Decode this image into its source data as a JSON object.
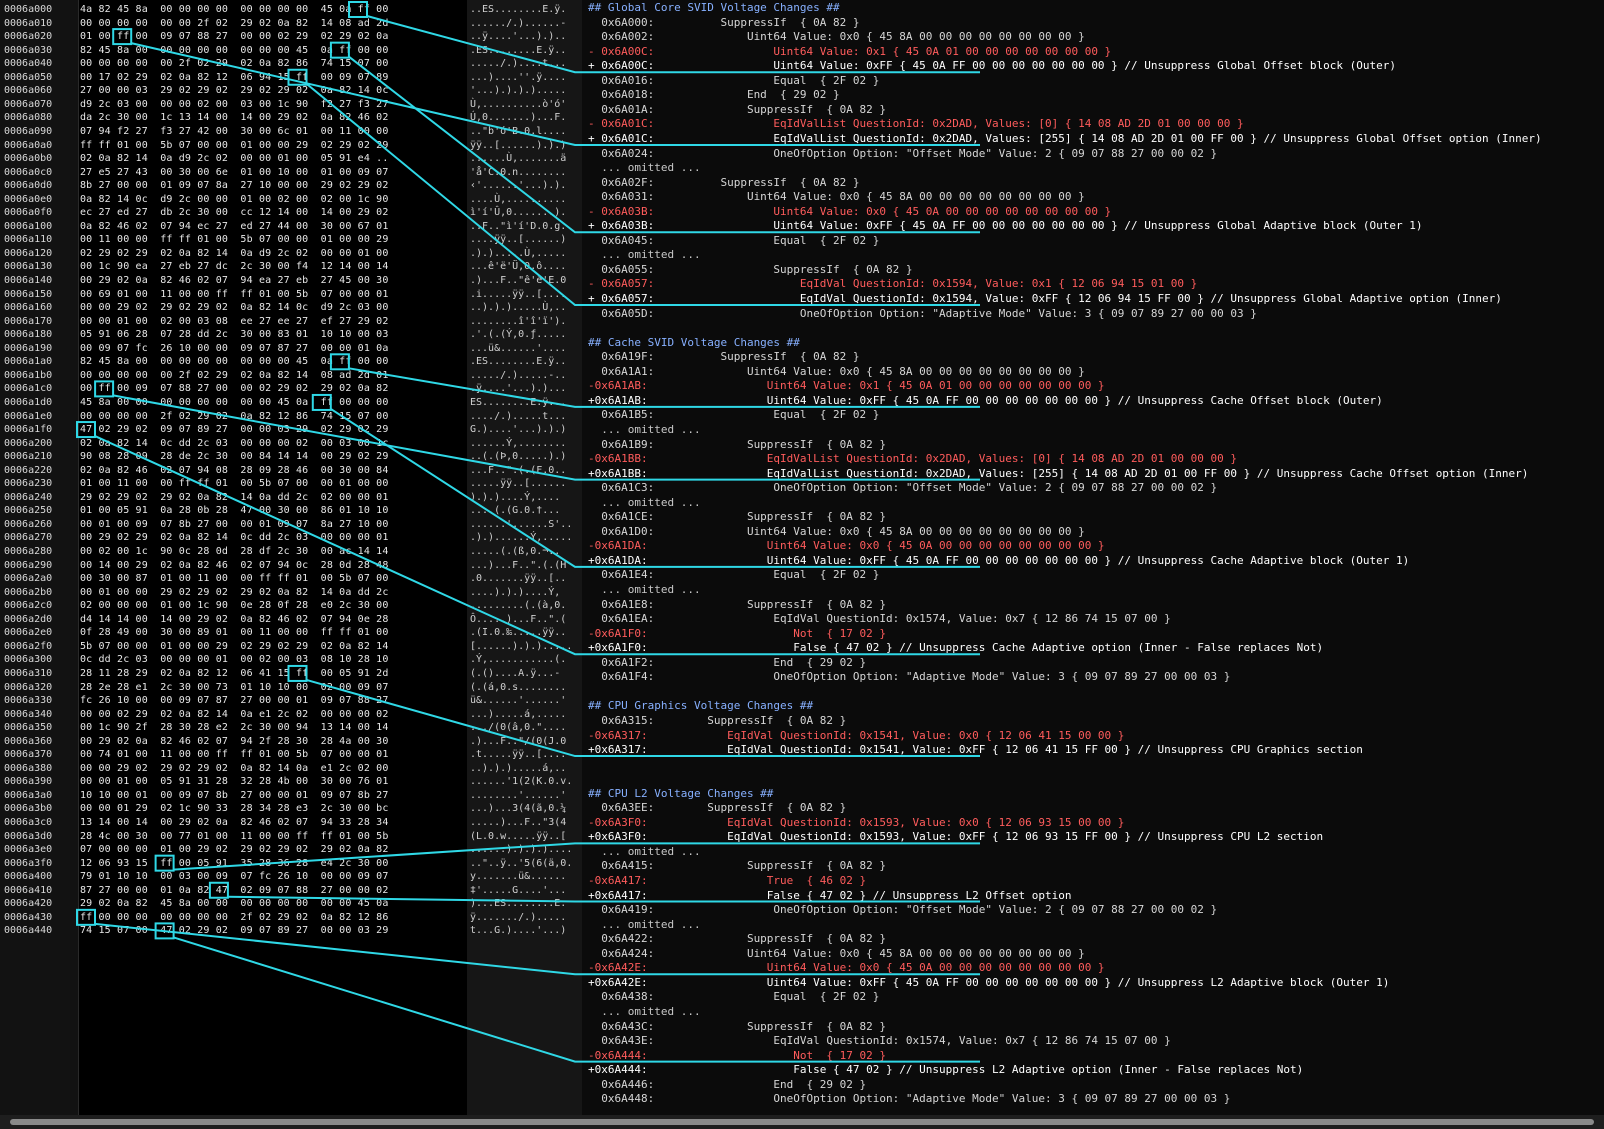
{
  "hex_rows": [
    {
      "addr": "0006a000",
      "bytes": "4a 82 45 8a  00 00 00 00  00 00 00 00  45 0a ff 00",
      "ascii": "..ES........E.ÿ."
    },
    {
      "addr": "0006a010",
      "bytes": "00 00 00 00  00 00 2f 02  29 02 0a 82  14 08 ad 2d",
      "ascii": "....../.)......-"
    },
    {
      "addr": "0006a020",
      "bytes": "01 00 ff 00  09 07 88 27  00 00 02 29  02 29 02 0a",
      "ascii": "..ÿ....'...).).."
    },
    {
      "addr": "0006a030",
      "bytes": "82 45 8a 00  00 00 00 00  00 00 00 45  0a ff 00 00",
      "ascii": ".ES........E.ÿ.."
    },
    {
      "addr": "0006a040",
      "bytes": "00 00 00 00  00 2f 02 29  02 0a 82 86  74 15 07 00",
      "ascii": "...../.)....t..."
    },
    {
      "addr": "0006a050",
      "bytes": "00 17 02 29  02 0a 82 12  06 94 15 ff  00 09 07 89",
      "ascii": "...)....''.ÿ...."
    },
    {
      "addr": "0006a060",
      "bytes": "27 00 00 03  29 02 29 02  29 02 29 02  0a 82 14 0c",
      "ascii": "'...).).).)....."
    },
    {
      "addr": "0006a070",
      "bytes": "d9 2c 03 00  00 00 02 00  03 00 1c 90  f2 27 f3 27",
      "ascii": "Ù,..........ò'ó'"
    },
    {
      "addr": "0006a080",
      "bytes": "da 2c 30 00  1c 13 14 00  14 00 29 02  0a 82 46 02",
      "ascii": "Ú,0.......)...F."
    },
    {
      "addr": "0006a090",
      "bytes": "07 94 f2 27  f3 27 42 00  30 00 6c 01  00 11 00 00",
      "ascii": "..\"b'ó'B.0.l...."
    },
    {
      "addr": "0006a0a0",
      "bytes": "ff ff 01 00  5b 07 00 00  01 00 00 29  02 29 02 29",
      "ascii": "ÿÿ..[......).).)"
    },
    {
      "addr": "0006a0b0",
      "bytes": "02 0a 82 14  0a d9 2c 02  00 00 01 00  05 91 e4 ..",
      "ascii": "......Ù,.......ä"
    },
    {
      "addr": "0006a0c0",
      "bytes": "27 e5 27 43  00 30 00 6e  01 00 10 00  01 00 09 07",
      "ascii": "'å'C.0.n........"
    },
    {
      "addr": "0006a0d0",
      "bytes": "8b 27 00 00  01 09 07 8a  27 10 00 00  29 02 29 02",
      "ascii": "‹'......'...).)."
    },
    {
      "addr": "0006a0e0",
      "bytes": "0a 82 14 0c  d9 2c 00 00  01 00 02 00  02 00 1c 90",
      "ascii": "....Ù,.........."
    },
    {
      "addr": "0006a0f0",
      "bytes": "ec 27 ed 27  db 2c 30 00  cc 12 14 00  14 00 29 02",
      "ascii": "ì'í'Û,0.......)."
    },
    {
      "addr": "0006a100",
      "bytes": "0a 82 46 02  07 94 ec 27  ed 27 44 00  30 00 67 01",
      "ascii": "..F..\"ì'í'D.0.g."
    },
    {
      "addr": "0006a110",
      "bytes": "00 11 00 00  ff ff 01 00  5b 07 00 00  01 00 00 29",
      "ascii": "....ÿÿ..[......)"
    },
    {
      "addr": "0006a120",
      "bytes": "02 29 02 29  02 0a 82 14  0a d9 2c 02  00 00 01 00",
      "ascii": ".).).....Ù,....."
    },
    {
      "addr": "0006a130",
      "bytes": "00 1c 90 ea  27 eb 27 dc  2c 30 00 f4  12 14 00 14",
      "ascii": "...ê'ë'Ü,0.ô...."
    },
    {
      "addr": "0006a140",
      "bytes": "00 29 02 0a  82 46 02 07  94 ea 27 eb  27 45 00 30",
      "ascii": ".)...F..\"ê'ë'E.0"
    },
    {
      "addr": "0006a150",
      "bytes": "00 69 01 00  11 00 00 ff  ff 01 00 5b  07 00 00 01",
      "ascii": ".i.....ÿÿ..[...."
    },
    {
      "addr": "0006a160",
      "bytes": "00 00 29 02  29 02 29 02  0a 82 14 0c  d9 2c 03 00",
      "ascii": "..).).).....Ù,.."
    },
    {
      "addr": "0006a170",
      "bytes": "00 00 01 00  02 00 03 08  ee 27 ee 27  ef 27 29 02",
      "ascii": "........î'î'ï')."
    },
    {
      "addr": "0006a180",
      "bytes": "05 91 06 28  07 28 dd 2c  30 00 83 01  10 10 00 03",
      "ascii": ".'.(.(Ý,0.ƒ....."
    },
    {
      "addr": "0006a190",
      "bytes": "00 09 07 fc  26 10 00 00  09 07 87 27  00 00 01 0a",
      "ascii": "...ü&......'...."
    },
    {
      "addr": "0006a1a0",
      "bytes": "82 45 8a 00  00 00 00 00  00 00 00 45  0a ff 00 00",
      "ascii": ".ES........E.ÿ.."
    },
    {
      "addr": "0006a1b0",
      "bytes": "00 00 00 00  00 2f 02 29  02 0a 82 14  08 ad 2d 01",
      "ascii": "...../.).....-.."
    },
    {
      "addr": "0006a1c0",
      "bytes": "00 ff 00 09  07 88 27 00  00 02 29 02  29 02 0a 82",
      "ascii": ".ÿ....'...).)..."
    },
    {
      "addr": "0006a1d0",
      "bytes": "45 8a 00 00  00 00 00 00  00 00 45 0a  ff 00 00 00",
      "ascii": "ES........E.ÿ..."
    },
    {
      "addr": "0006a1e0",
      "bytes": "00 00 00 00  2f 02 29 02  0a 82 12 86  74 15 07 00",
      "ascii": "..../.).....t..."
    },
    {
      "addr": "0006a1f0",
      "bytes": "47 02 29 02  09 07 89 27  00 00 03 29  02 29 02 29",
      "ascii": "G.)....'...).).)"
    },
    {
      "addr": "0006a200",
      "bytes": "02 0a 82 14  0c dd 2c 03  00 00 00 02  00 03 00 1c",
      "ascii": "......Ý,........"
    },
    {
      "addr": "0006a210",
      "bytes": "90 08 28 09  28 de 2c 30  00 84 14 14  00 29 02 29",
      "ascii": "..(.(Þ,0.....).)"
    },
    {
      "addr": "0006a220",
      "bytes": "02 0a 82 46  02 07 94 08  28 09 28 46  00 30 00 84",
      "ascii": "...F..\".(.(F.0.."
    },
    {
      "addr": "0006a230",
      "bytes": "01 00 11 00  00 ff ff 01  00 5b 07 00  00 01 00 00",
      "ascii": ".....ÿÿ..[......"
    },
    {
      "addr": "0006a240",
      "bytes": "29 02 29 02  29 02 0a 82  14 0a dd 2c  02 00 00 01",
      "ascii": ").).)....Ý,...."
    },
    {
      "addr": "0006a250",
      "bytes": "01 00 05 91  0a 28 0b 28  47 00 30 00  86 01 10 10",
      "ascii": "....(.(G.0.†..."
    },
    {
      "addr": "0006a260",
      "bytes": "00 01 00 09  07 8b 27 00  00 01 09 07  8a 27 10 00",
      "ascii": "......'......S'.."
    },
    {
      "addr": "0006a270",
      "bytes": "00 29 02 29  02 0a 82 14  0c dd 2c 03  00 00 00 01",
      "ascii": ".).)......Ý,....."
    },
    {
      "addr": "0006a280",
      "bytes": "00 02 00 1c  90 0c 28 0d  28 df 2c 30  00 ac 14 14",
      "ascii": ".....(.(ß,0.¬.."
    },
    {
      "addr": "0006a290",
      "bytes": "00 14 00 29  02 0a 82 46  02 07 94 0c  28 0d 28 48",
      "ascii": "...)...F..\".(.(H"
    },
    {
      "addr": "0006a2a0",
      "bytes": "00 30 00 87  01 00 11 00  00 ff ff 01  00 5b 07 00",
      "ascii": ".0.......ÿÿ..[.."
    },
    {
      "addr": "0006a2b0",
      "bytes": "00 01 00 00  29 02 29 02  29 02 0a 82  14 0a dd 2c",
      "ascii": "....).).)....Ý,"
    },
    {
      "addr": "0006a2c0",
      "bytes": "02 00 00 00  01 00 1c 90  0e 28 0f 28  e0 2c 30 00",
      "ascii": ".........(.(à,0."
    },
    {
      "addr": "0006a2d0",
      "bytes": "d4 14 14 00  14 00 29 02  0a 82 46 02  07 94 0e 28",
      "ascii": "Ô.....)...F..\".("
    },
    {
      "addr": "0006a2e0",
      "bytes": "0f 28 49 00  30 00 89 01  00 11 00 00  ff ff 01 00",
      "ascii": ".(I.0.‰.....ÿÿ.."
    },
    {
      "addr": "0006a2f0",
      "bytes": "5b 07 00 00  01 00 00 29  02 29 02 29  02 0a 82 14",
      "ascii": "[......).).)....."
    },
    {
      "addr": "0006a300",
      "bytes": "0c dd 2c 03  00 00 00 01  00 02 00 03  08 10 28 10",
      "ascii": ".Ý,...........(."
    },
    {
      "addr": "0006a310",
      "bytes": "28 11 28 29  02 0a 82 12  06 41 15 ff  00 05 91 2d",
      "ascii": "(.()....A.ÿ...-"
    },
    {
      "addr": "0006a320",
      "bytes": "28 2e 28 e1  2c 30 00 73  01 10 10 00  02 00 09 07",
      "ascii": "(.(á,0.s........"
    },
    {
      "addr": "0006a330",
      "bytes": "fc 26 10 00  00 09 07 87  27 00 00 01  09 07 88 27",
      "ascii": "ü&......'......'"
    },
    {
      "addr": "0006a340",
      "bytes": "00 00 02 29  02 0a 82 14  0a e1 2c 02  00 00 00 02",
      "ascii": "...).....á,....."
    },
    {
      "addr": "0006a350",
      "bytes": "00 1c 90 2f  28 30 28 e2  2c 30 00 94  13 14 00 14",
      "ascii": ".../(0(â,0.\"...."
    },
    {
      "addr": "0006a360",
      "bytes": "00 29 02 0a  82 46 02 07  94 2f 28 30  28 4a 00 30",
      "ascii": ".)...F..\"/(0(J.0"
    },
    {
      "addr": "0006a370",
      "bytes": "00 74 01 00  11 00 00 ff  ff 01 00 5b  07 00 00 01",
      "ascii": ".t.....ÿÿ..[...."
    },
    {
      "addr": "0006a380",
      "bytes": "00 00 29 02  29 02 29 02  0a 82 14 0a  e1 2c 02 00",
      "ascii": "..).).).....á,.."
    },
    {
      "addr": "0006a390",
      "bytes": "00 00 01 00  05 91 31 28  32 28 4b 00  30 00 76 01",
      "ascii": "......'1(2(K.0.v."
    },
    {
      "addr": "0006a3a0",
      "bytes": "10 10 00 01  00 09 07 8b  27 00 00 01  09 07 8b 27",
      "ascii": "........'......'"
    },
    {
      "addr": "0006a3b0",
      "bytes": "00 00 01 29  02 1c 90 33  28 34 28 e3  2c 30 00 bc",
      "ascii": "...)...3(4(ã,0.¼"
    },
    {
      "addr": "0006a3c0",
      "bytes": "13 14 00 14  00 29 02 0a  82 46 02 07  94 33 28 34",
      "ascii": ".....)...F..\"3(4"
    },
    {
      "addr": "0006a3d0",
      "bytes": "28 4c 00 30  00 77 01 00  11 00 00 ff  ff 01 00 5b",
      "ascii": "(L.0.w.....ÿÿ..["
    },
    {
      "addr": "0006a3e0",
      "bytes": "07 00 00 00  01 00 29 02  29 02 29 02  29 02 0a 82",
      "ascii": "......).).).)...."
    },
    {
      "addr": "0006a3f0",
      "bytes": "12 06 93 15  ff 00 05 91  35 28 36 28  e4 2c 30 00",
      "ascii": "..\"..ÿ..'5(6(ä,0."
    },
    {
      "addr": "0006a400",
      "bytes": "79 01 10 10  00 03 00 09  07 fc 26 10  00 00 09 07",
      "ascii": "y.......ü&......"
    },
    {
      "addr": "0006a410",
      "bytes": "87 27 00 00  01 0a 82 47  02 09 07 88  27 00 00 02",
      "ascii": "‡'.....G....'..."
    },
    {
      "addr": "0006a420",
      "bytes": "29 02 0a 82  45 8a 00 00  00 00 00 00  00 00 45 0a",
      "ascii": ")...ES........E."
    },
    {
      "addr": "0006a430",
      "bytes": "ff 00 00 00  00 00 00 00  2f 02 29 02  0a 82 12 86",
      "ascii": "ÿ......./.)....."
    },
    {
      "addr": "0006a440",
      "bytes": "74 15 07 00  47 02 29 02  09 07 89 27  00 00 03 29",
      "ascii": "t...G.)....'...)"
    }
  ],
  "diff_lines": [
    {
      "kind": "head",
      "text": "## Global Core SVID Voltage Changes ##"
    },
    {
      "kind": "ctx",
      "text": "  0x6A000:          SuppressIf  { 0A 82 }"
    },
    {
      "kind": "ctx",
      "text": "  0x6A002:              Uint64 Value: 0x0 { 45 8A 00 00 00 00 00 00 00 00 }"
    },
    {
      "kind": "rem",
      "text": "- 0x6A00C:                  Uint64 Value: 0x1 { 45 0A 01 00 00 00 00 00 00 00 }"
    },
    {
      "kind": "add",
      "text": "+ 0x6A00C:                  Uint64 Value: 0xFF { 45 0A FF 00 00 00 00 00 00 00 } // Unsuppress Global Offset block (Outer)"
    },
    {
      "kind": "ctx",
      "text": "  0x6A016:                  Equal  { 2F 02 }"
    },
    {
      "kind": "ctx",
      "text": "  0x6A018:              End  { 29 02 }"
    },
    {
      "kind": "ctx",
      "text": "  0x6A01A:              SuppressIf  { 0A 82 }"
    },
    {
      "kind": "rem",
      "text": "- 0x6A01C:                  EqIdValList QuestionId: 0x2DAD, Values: [0] { 14 08 AD 2D 01 00 00 00 }"
    },
    {
      "kind": "add",
      "text": "+ 0x6A01C:                  EqIdValList QuestionId: 0x2DAD, Values: [255] { 14 08 AD 2D 01 00 FF 00 } // Unsuppress Global Offset option (Inner)"
    },
    {
      "kind": "ctx",
      "text": "  0x6A024:                  OneOfOption Option: \"Offset Mode\" Value: 2 { 09 07 88 27 00 00 02 }"
    },
    {
      "kind": "omit",
      "text": "  ... omitted ..."
    },
    {
      "kind": "ctx",
      "text": "  0x6A02F:          SuppressIf  { 0A 82 }"
    },
    {
      "kind": "ctx",
      "text": "  0x6A031:              Uint64 Value: 0x0 { 45 8A 00 00 00 00 00 00 00 00 }"
    },
    {
      "kind": "rem",
      "text": "- 0x6A03B:                  Uint64 Value: 0x0 { 45 0A 00 00 00 00 00 00 00 00 }"
    },
    {
      "kind": "add",
      "text": "+ 0x6A03B:                  Uint64 Value: 0xFF { 45 0A FF 00 00 00 00 00 00 00 } // Unsuppress Global Adaptive block (Outer 1)"
    },
    {
      "kind": "ctx",
      "text": "  0x6A045:                  Equal  { 2F 02 }"
    },
    {
      "kind": "omit",
      "text": "  ... omitted ..."
    },
    {
      "kind": "ctx",
      "text": "  0x6A055:                  SuppressIf  { 0A 82 }"
    },
    {
      "kind": "rem",
      "text": "- 0x6A057:                      EqIdVal QuestionId: 0x1594, Value: 0x1 { 12 06 94 15 01 00 }"
    },
    {
      "kind": "add",
      "text": "+ 0x6A057:                      EqIdVal QuestionId: 0x1594, Value: 0xFF { 12 06 94 15 FF 00 } // Unsuppress Global Adaptive option (Inner)"
    },
    {
      "kind": "ctx",
      "text": "  0x6A05D:                      OneOfOption Option: \"Adaptive Mode\" Value: 3 { 09 07 89 27 00 00 03 }"
    },
    {
      "kind": "gap",
      "text": ""
    },
    {
      "kind": "head",
      "text": "## Cache SVID Voltage Changes ##"
    },
    {
      "kind": "ctx",
      "text": "  0x6A19F:          SuppressIf  { 0A 82 }"
    },
    {
      "kind": "ctx",
      "text": "  0x6A1A1:              Uint64 Value: 0x0 { 45 8A 00 00 00 00 00 00 00 00 }"
    },
    {
      "kind": "rem",
      "text": "-0x6A1AB:                  Uint64 Value: 0x1 { 45 0A 01 00 00 00 00 00 00 00 }"
    },
    {
      "kind": "add",
      "text": "+0x6A1AB:                  Uint64 Value: 0xFF { 45 0A FF 00 00 00 00 00 00 00 } // Unsuppress Cache Offset block (Outer)"
    },
    {
      "kind": "ctx",
      "text": "  0x6A1B5:                  Equal  { 2F 02 }"
    },
    {
      "kind": "omit",
      "text": "  ... omitted ..."
    },
    {
      "kind": "ctx",
      "text": "  0x6A1B9:              SuppressIf  { 0A 82 }"
    },
    {
      "kind": "rem",
      "text": "-0x6A1BB:                  EqIdValList QuestionId: 0x2DAD, Values: [0] { 14 08 AD 2D 01 00 00 00 }"
    },
    {
      "kind": "add",
      "text": "+0x6A1BB:                  EqIdValList QuestionId: 0x2DAD, Values: [255] { 14 08 AD 2D 01 00 FF 00 } // Unsuppress Cache Offset option (Inner)"
    },
    {
      "kind": "ctx",
      "text": "  0x6A1C3:                  OneOfOption Option: \"Offset Mode\" Value: 2 { 09 07 88 27 00 00 02 }"
    },
    {
      "kind": "omit",
      "text": "  ... omitted ..."
    },
    {
      "kind": "ctx",
      "text": "  0x6A1CE:              SuppressIf  { 0A 82 }"
    },
    {
      "kind": "ctx",
      "text": "  0x6A1D0:              Uint64 Value: 0x0 { 45 8A 00 00 00 00 00 00 00 00 }"
    },
    {
      "kind": "rem",
      "text": "-0x6A1DA:                  Uint64 Value: 0x0 { 45 0A 00 00 00 00 00 00 00 00 }"
    },
    {
      "kind": "add",
      "text": "+0x6A1DA:                  Uint64 Value: 0xFF { 45 0A FF 00 00 00 00 00 00 00 } // Unsuppress Cache Adaptive block (Outer 1)"
    },
    {
      "kind": "ctx",
      "text": "  0x6A1E4:                  Equal  { 2F 02 }"
    },
    {
      "kind": "omit",
      "text": "  ... omitted ..."
    },
    {
      "kind": "ctx",
      "text": "  0x6A1E8:              SuppressIf  { 0A 82 }"
    },
    {
      "kind": "ctx",
      "text": "  0x6A1EA:                  EqIdVal QuestionId: 0x1574, Value: 0x7 { 12 86 74 15 07 00 }"
    },
    {
      "kind": "rem",
      "text": "-0x6A1F0:                      Not  { 17 02 }"
    },
    {
      "kind": "add",
      "text": "+0x6A1F0:                      False { 47 02 } // Unsuppress Cache Adaptive option (Inner - False replaces Not)"
    },
    {
      "kind": "ctx",
      "text": "  0x6A1F2:                  End  { 29 02 }"
    },
    {
      "kind": "ctx",
      "text": "  0x6A1F4:                  OneOfOption Option: \"Adaptive Mode\" Value: 3 { 09 07 89 27 00 00 03 }"
    },
    {
      "kind": "gap",
      "text": ""
    },
    {
      "kind": "head",
      "text": "## CPU Graphics Voltage Changes ##"
    },
    {
      "kind": "ctx",
      "text": "  0x6A315:        SuppressIf  { 0A 82 }"
    },
    {
      "kind": "rem",
      "text": "-0x6A317:            EqIdVal QuestionId: 0x1541, Value: 0x0 { 12 06 41 15 00 00 }"
    },
    {
      "kind": "add",
      "text": "+0x6A317:            EqIdVal QuestionId: 0x1541, Value: 0xFF { 12 06 41 15 FF 00 } // Unsuppress CPU Graphics section"
    },
    {
      "kind": "gap",
      "text": ""
    },
    {
      "kind": "gap",
      "text": ""
    },
    {
      "kind": "head",
      "text": "## CPU L2 Voltage Changes ##"
    },
    {
      "kind": "ctx",
      "text": "  0x6A3EE:        SuppressIf  { 0A 82 }"
    },
    {
      "kind": "rem",
      "text": "-0x6A3F0:            EqIdVal QuestionId: 0x1593, Value: 0x0 { 12 06 93 15 00 00 }"
    },
    {
      "kind": "add",
      "text": "+0x6A3F0:            EqIdVal QuestionId: 0x1593, Value: 0xFF { 12 06 93 15 FF 00 } // Unsuppress CPU L2 section"
    },
    {
      "kind": "omit",
      "text": "  ... omitted ..."
    },
    {
      "kind": "ctx",
      "text": "  0x6A415:              SuppressIf  { 0A 82 }"
    },
    {
      "kind": "rem",
      "text": "-0x6A417:                  True  { 46 02 }"
    },
    {
      "kind": "add",
      "text": "+0x6A417:                  False { 47 02 } // Unsuppress L2 Offset option"
    },
    {
      "kind": "ctx",
      "text": "  0x6A419:                  OneOfOption Option: \"Offset Mode\" Value: 2 { 09 07 88 27 00 00 02 }"
    },
    {
      "kind": "omit",
      "text": "  ... omitted ..."
    },
    {
      "kind": "ctx",
      "text": "  0x6A422:              SuppressIf  { 0A 82 }"
    },
    {
      "kind": "ctx",
      "text": "  0x6A424:              Uint64 Value: 0x0 { 45 8A 00 00 00 00 00 00 00 00 }"
    },
    {
      "kind": "rem",
      "text": "-0x6A42E:                  Uint64 Value: 0x0 { 45 0A 00 00 00 00 00 00 00 00 }"
    },
    {
      "kind": "add",
      "text": "+0x6A42E:                  Uint64 Value: 0xFF { 45 0A FF 00 00 00 00 00 00 00 } // Unsuppress L2 Adaptive block (Outer 1)"
    },
    {
      "kind": "ctx",
      "text": "  0x6A438:                  Equal  { 2F 02 }"
    },
    {
      "kind": "omit",
      "text": "  ... omitted ..."
    },
    {
      "kind": "ctx",
      "text": "  0x6A43C:              SuppressIf  { 0A 82 }"
    },
    {
      "kind": "ctx",
      "text": "  0x6A43E:                  EqIdVal QuestionId: 0x1574, Value: 0x7 { 12 86 74 15 07 00 }"
    },
    {
      "kind": "rem",
      "text": "-0x6A444:                      Not  { 17 02 }"
    },
    {
      "kind": "add",
      "text": "+0x6A444:                      False { 47 02 } // Unsuppress L2 Adaptive option (Inner - False replaces Not)"
    },
    {
      "kind": "ctx",
      "text": "  0x6A446:                  End  { 29 02 }"
    },
    {
      "kind": "ctx",
      "text": "  0x6A448:                  OneOfOption Option: \"Adaptive Mode\" Value: 3 { 09 07 89 27 00 00 03 }"
    }
  ],
  "patch_links": [
    {
      "hex_row": 0,
      "byte": 14,
      "diff_line": 4
    },
    {
      "hex_row": 2,
      "byte": 2,
      "diff_line": 9
    },
    {
      "hex_row": 3,
      "byte": 13,
      "diff_line": 15
    },
    {
      "hex_row": 5,
      "byte": 11,
      "diff_line": 20
    },
    {
      "hex_row": 26,
      "byte": 13,
      "diff_line": 27
    },
    {
      "hex_row": 28,
      "byte": 1,
      "diff_line": 32
    },
    {
      "hex_row": 29,
      "byte": 12,
      "diff_line": 38
    },
    {
      "hex_row": 31,
      "byte": 0,
      "diff_line": 44
    },
    {
      "hex_row": 49,
      "byte": 11,
      "diff_line": 51
    },
    {
      "hex_row": 63,
      "byte": 4,
      "diff_line": 57
    },
    {
      "hex_row": 65,
      "byte": 7,
      "diff_line": 61
    },
    {
      "hex_row": 67,
      "byte": 0,
      "diff_line": 66
    },
    {
      "hex_row": 68,
      "byte": 4,
      "diff_line": 72
    }
  ],
  "colors": {
    "highlight": "#2fd8e6",
    "changed_byte": "#ff3b3b",
    "removed": "#ff5c5c",
    "added": "#ffffff",
    "heading": "#87b0ff"
  }
}
